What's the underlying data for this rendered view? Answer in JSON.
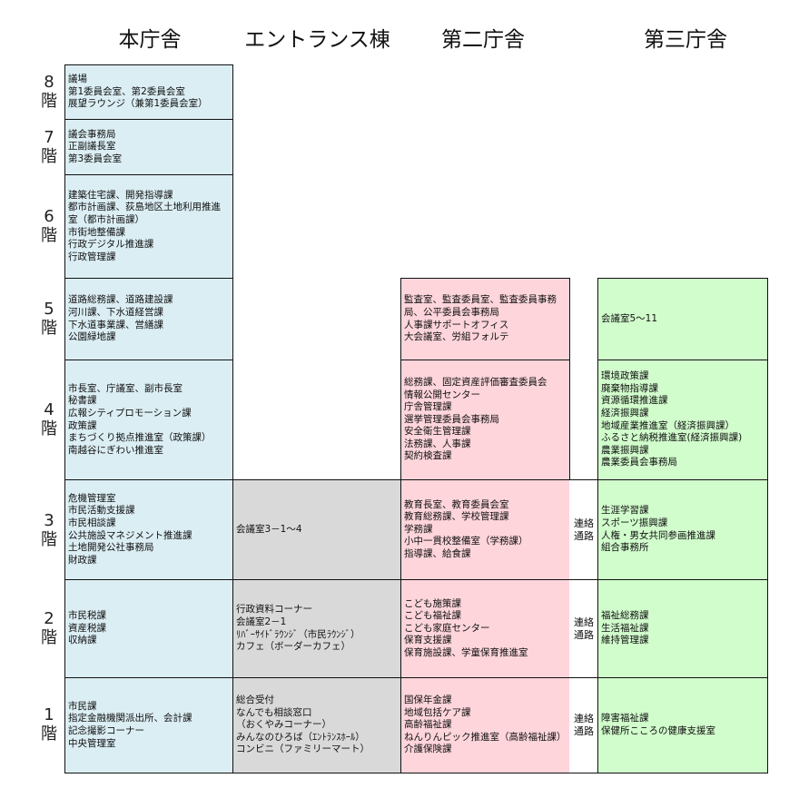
{
  "headers": {
    "main": "本庁舎",
    "entrance": "エントランス棟",
    "second": "第二庁舎",
    "third": "第三庁舎"
  },
  "floors": {
    "f8": "8\n階",
    "f7": "7\n階",
    "f6": "6\n階",
    "f5": "5\n階",
    "f4": "4\n階",
    "f3": "3\n階",
    "f2": "2\n階",
    "f1": "1\n階"
  },
  "main": {
    "f8": "議場\n第1委員会室、第2委員会室\n展望ラウンジ（兼第1委員会室）",
    "f7": "議会事務局\n正副議長室\n第3委員会室",
    "f6": "建築住宅課、開発指導課\n都市計画課、荻島地区土地利用推進室（都市計画課）\n市街地整備課\n行政デジタル推進課\n行政管理課",
    "f5": "道路総務課、道路建設課\n河川課、下水道経営課\n下水道事業課、営繕課\n公園緑地課",
    "f4": "市長室、庁議室、副市長室\n秘書課\n広報シティプロモーション課\n政策課\nまちづくり拠点推進室（政策課）\n南越谷にぎわい推進室",
    "f3": "危機管理室\n市民活動支援課\n市民相談課\n公共施設マネジメント推進課\n土地開発公社事務局\n財政課",
    "f2": "市民税課\n資産税課\n収納課",
    "f1": "市民課\n指定金融機関派出所、会計課\n記念撮影コーナー\n中央管理室"
  },
  "entrance": {
    "f3": "会議室3－1～4",
    "f2": "行政資料コーナー\n会議室2－1\nﾘﾊﾞｰｻｲﾄﾞﾗｳﾝｼﾞ（市民ﾗｳﾝｼﾞ）\nカフェ（ボーダーカフェ）",
    "f1": "総合受付\nなんでも相談窓口\n（おくやみコーナー）\nみんなのひろば（ｴﾝﾄﾗﾝｽﾎｰﾙ）\nコンビニ（ファミリーマート）"
  },
  "second": {
    "f5": "監査室、監査委員室、監査委員事務局、公平委員会事務局\n人事課サポートオフィス\n大会議室、労組フォルテ",
    "f4": "総務課、固定資産評価審査委員会\n情報公開センター\n庁舎管理課\n選挙管理委員会事務局\n安全衛生管理課\n法務課、人事課\n契約検査課",
    "f3": "教育長室、教育委員会室\n教育総務課、学校管理課\n学務課\n小中一貫校整備室（学務課）\n指導課、給食課",
    "f2": "こども施策課\nこども福祉課\nこども家庭センター\n保育支援課\n保育施設課、学童保育推進室",
    "f1": "国保年金課\n地域包括ケア課\n高齢福祉課\nねんりんピック推進室（高齢福祉課）\n介護保険課"
  },
  "corridor": {
    "f3": "連絡\n通路",
    "f2": "連絡\n通路",
    "f1": "連絡\n通路"
  },
  "third": {
    "f5": "会議室5～11",
    "f4": "環境政策課\n廃棄物指導課\n資源循環推進課\n経済振興課\n地域産業推進室（経済振興課）\nふるさと納税推進室(経済振興課)\n農業振興課\n農業委員会事務局",
    "f3": "生涯学習課\nスポーツ振興課\n人権・男女共同参画推進課\n組合事務所",
    "f2": "福祉総務課\n生活福祉課\n維持管理課",
    "f1": "障害福祉課\n保健所こころの健康支援室"
  },
  "colors": {
    "main": "#dbeef4",
    "entrance": "#d9d9d9",
    "second": "#fdd5db",
    "third": "#d1fccc"
  }
}
